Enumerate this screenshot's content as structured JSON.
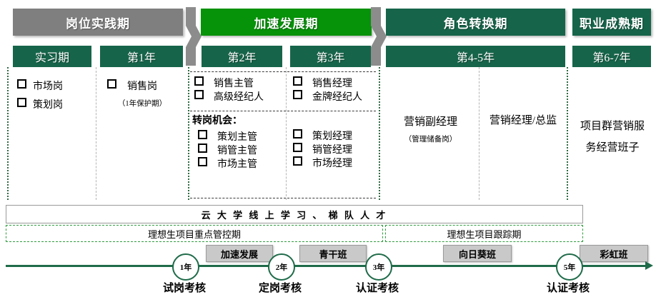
{
  "phases": [
    {
      "id": "practice",
      "label": "岗位实践期",
      "color": "#7f7f7f"
    },
    {
      "id": "accelerate",
      "label": "加速发展期",
      "color": "#069209"
    },
    {
      "id": "role-change",
      "label": "角色转换期",
      "color": "#16654a"
    },
    {
      "id": "maturity",
      "label": "职业成熟期",
      "color": "#16654a"
    }
  ],
  "years": [
    {
      "id": "intern",
      "label": "实习期"
    },
    {
      "id": "y1",
      "label": "第1年"
    },
    {
      "id": "y2",
      "label": "第2年"
    },
    {
      "id": "y3",
      "label": "第3年"
    },
    {
      "id": "y45",
      "label": "第4-5年"
    },
    {
      "id": "y67",
      "label": "第6-7年"
    }
  ],
  "columns": {
    "intern": {
      "items": [
        "市场岗",
        "策划岗"
      ]
    },
    "y1": {
      "items": [
        "销售岗"
      ],
      "note": "（1年保护期）"
    },
    "y2": {
      "top_items": [
        "销售主管",
        "高级经纪人"
      ],
      "transfer_title": "转岗机会：",
      "transfer_items": [
        "策划主管",
        "销管主管",
        "市场主管"
      ]
    },
    "y3": {
      "top_items": [
        "销售经理",
        "金牌经纪人"
      ],
      "transfer_items": [
        "策划经理",
        "销管经理",
        "市场经理"
      ]
    },
    "y45a": {
      "title": "营销副经理",
      "subtitle": "（管理储备岗）"
    },
    "y45b": {
      "title": "营销经理/总监"
    },
    "y67": {
      "line1": "项目群营销服",
      "line2": "务经营班子"
    }
  },
  "programs": {
    "university_bar": "云 大 学 线 上 学 习 、 梯 队 人 才",
    "dashed_left": "理想生项目重点管控期",
    "dashed_right": "理想生项目跟踪期"
  },
  "timeline": {
    "nodes": [
      {
        "id": "n1",
        "circle": "1年",
        "label": "试岗考核"
      },
      {
        "id": "n2",
        "circle": "2年",
        "label": "定岗考核"
      },
      {
        "id": "n3",
        "circle": "3年",
        "label": "认证考核"
      },
      {
        "id": "n5",
        "circle": "5年",
        "label": "认证考核"
      }
    ],
    "pills": [
      {
        "id": "p1",
        "label": "加速发展"
      },
      {
        "id": "p2",
        "label": "青干班"
      },
      {
        "id": "p3",
        "label": "向日葵班"
      },
      {
        "id": "p4",
        "label": "彩虹班"
      }
    ],
    "axis_color": "#1f6b4a"
  }
}
